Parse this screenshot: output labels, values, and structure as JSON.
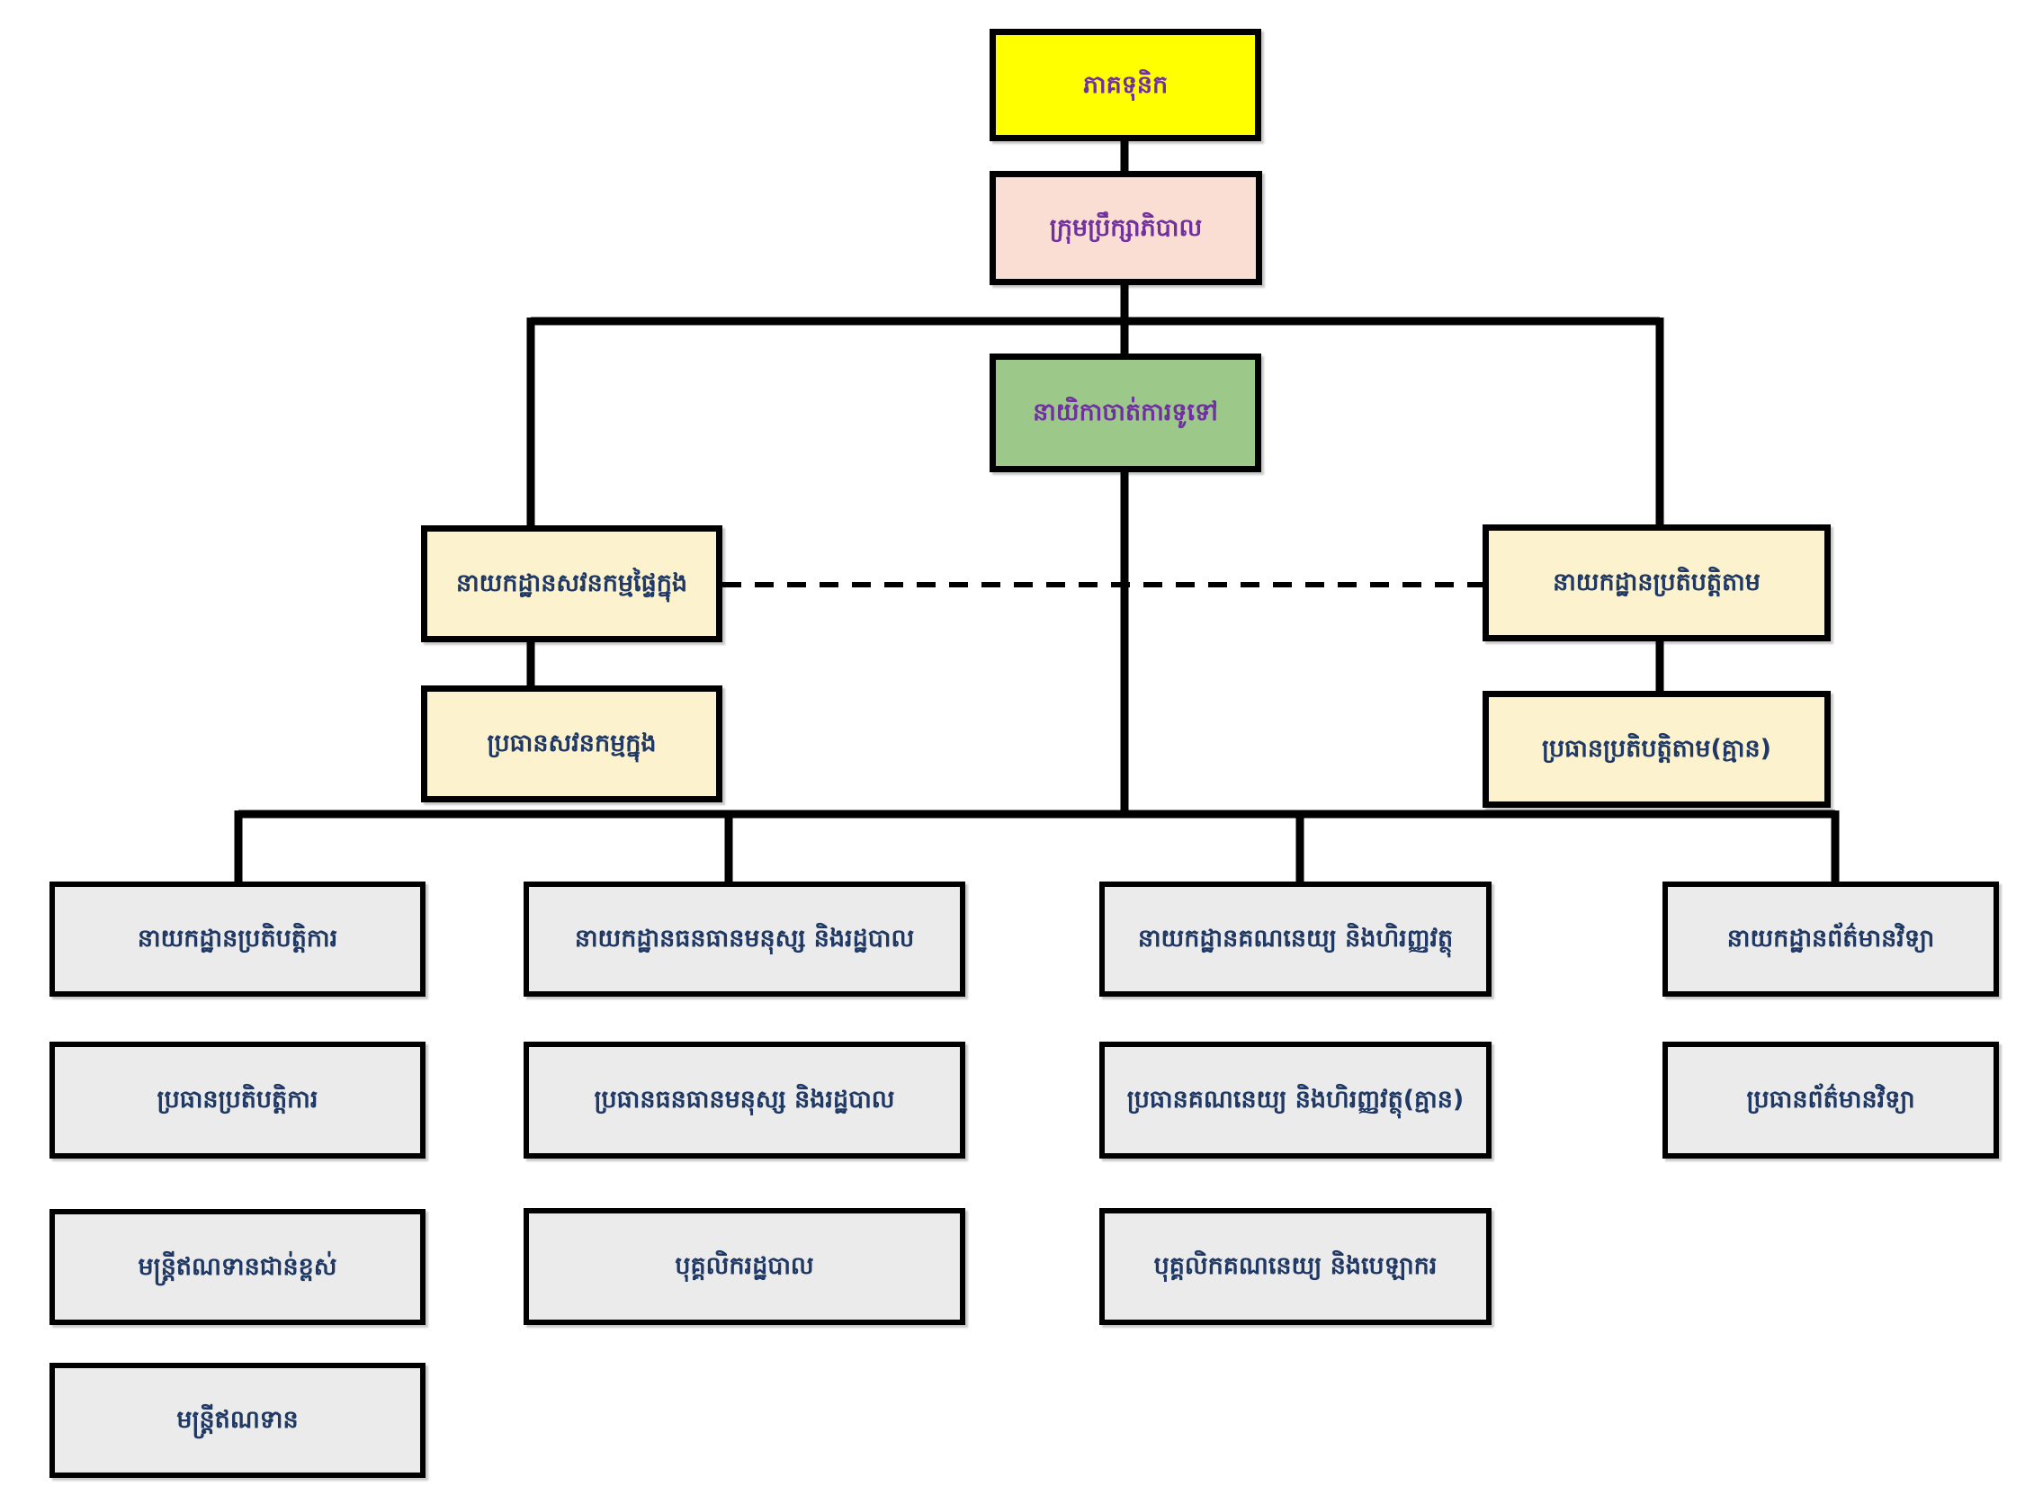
{
  "diagram": {
    "type": "org-chart",
    "language": "Khmer",
    "nodes": {
      "shareholders": "ភាគទុនិក",
      "board_of_directors": "ក្រុមប្រឹក្សាភិបាល",
      "general_manager": "នាយិកាចាត់ការទូទៅ",
      "internal_audit_dept": "នាយកដ្ឋានសវនកម្មផ្ទៃក្នុង",
      "internal_audit_head": "ប្រធានសវនកម្មក្នុង",
      "compliance_dept": "នាយកដ្ឋានប្រតិបត្តិតាម",
      "compliance_head": "ប្រធានប្រតិបត្តិតាម(គ្មាន)",
      "operations_dept": "នាយកដ្ឋានប្រតិបត្តិការ",
      "operations_head": "ប្រធានប្រតិបត្តិការ",
      "senior_credit_officer": "មន្ត្រីឥណទានជាន់ខ្ពស់",
      "credit_officer": "មន្ត្រីឥណទាន",
      "hr_admin_dept": "នាយកដ្ឋានធនធានមនុស្ស និងរដ្ឋបាល",
      "hr_admin_head": "ប្រធានធនធានមនុស្ស និងរដ្ឋបាល",
      "admin_staff": "បុគ្គលិករដ្ឋបាល",
      "accounting_finance_dept": "នាយកដ្ឋានគណនេយ្យ និងហិរញ្ញវត្ថុ",
      "accounting_finance_head": "ប្រធានគណនេយ្យ និងហិរញ្ញវត្ថុ(គ្មាន)",
      "accounting_cashier_staff": "បុគ្គលិកគណនេយ្យ និងបេឡាករ",
      "it_dept": "នាយកដ្ឋានព័ត៌មានវិទ្យា",
      "it_head": "ប្រធានព័ត៌មានវិទ្យា"
    },
    "colors": {
      "shareholders_bg": "#FFFF00",
      "board_bg": "#FBDED3",
      "gm_bg": "#9CC98A",
      "dept_bg": "#FCF2CE",
      "unit_bg": "#EBEBEB",
      "line": "#000000",
      "title_text": "#7030A0",
      "body_text": "#1F3864"
    }
  }
}
